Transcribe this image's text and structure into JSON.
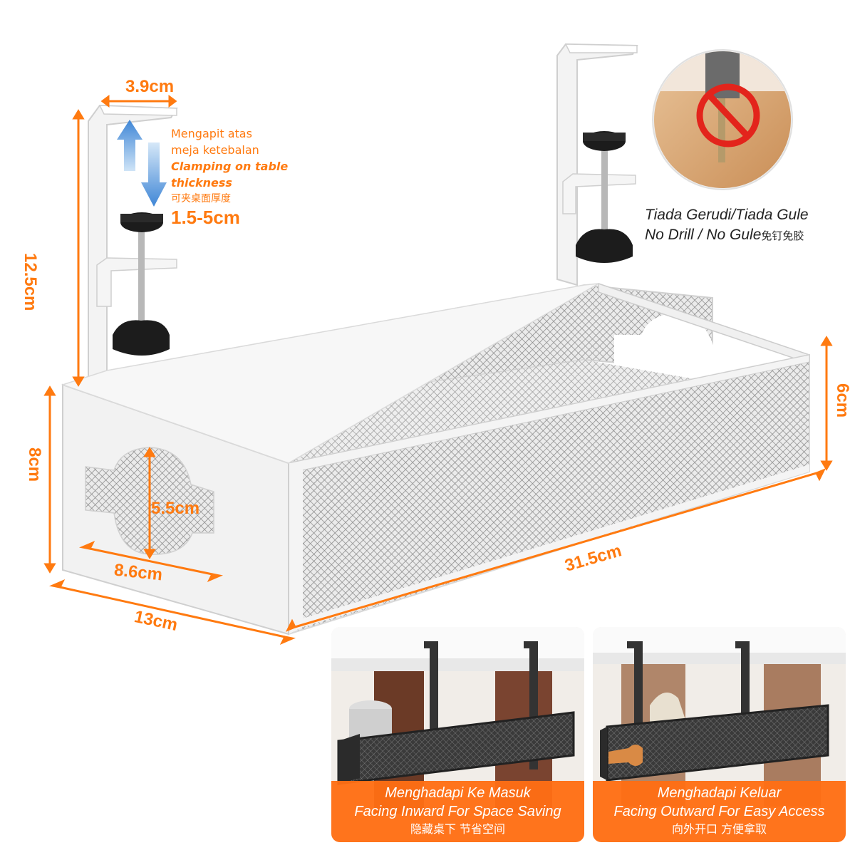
{
  "dimensions": {
    "clamp_width": "3.9cm",
    "clamp_height": "12.5cm",
    "clamp_range": "1.5-5cm",
    "box_height_front": "8cm",
    "box_height_side": "6cm",
    "hole_height": "5.5cm",
    "hole_width": "8.6cm",
    "box_depth": "13cm",
    "box_length": "31.5cm"
  },
  "clamp_note": {
    "line1": "Mengapit atas",
    "line2": "meja ketebalan",
    "line3": "Clamping on table",
    "line4": "thickness",
    "line5": "可夹桌面厚度"
  },
  "no_drill": {
    "line1": "Tiada Gerudi/Tiada Gule",
    "line2": "No Drill / No Gule",
    "line2_cn": "免钉免胶"
  },
  "inward": {
    "ms": "Menghadapi Ke Masuk",
    "en": "Facing Inward For Space Saving",
    "cn": "隐藏桌下 节省空间"
  },
  "outward": {
    "ms": "Menghadapi Keluar",
    "en": "Facing Outward For Easy Access",
    "cn": "向外开口 方便拿取"
  },
  "colors": {
    "accent": "#ff7a10",
    "steel": "#eeeeee",
    "mesh": "#9a9a9a",
    "dark_basket": "#2b2b2b"
  }
}
